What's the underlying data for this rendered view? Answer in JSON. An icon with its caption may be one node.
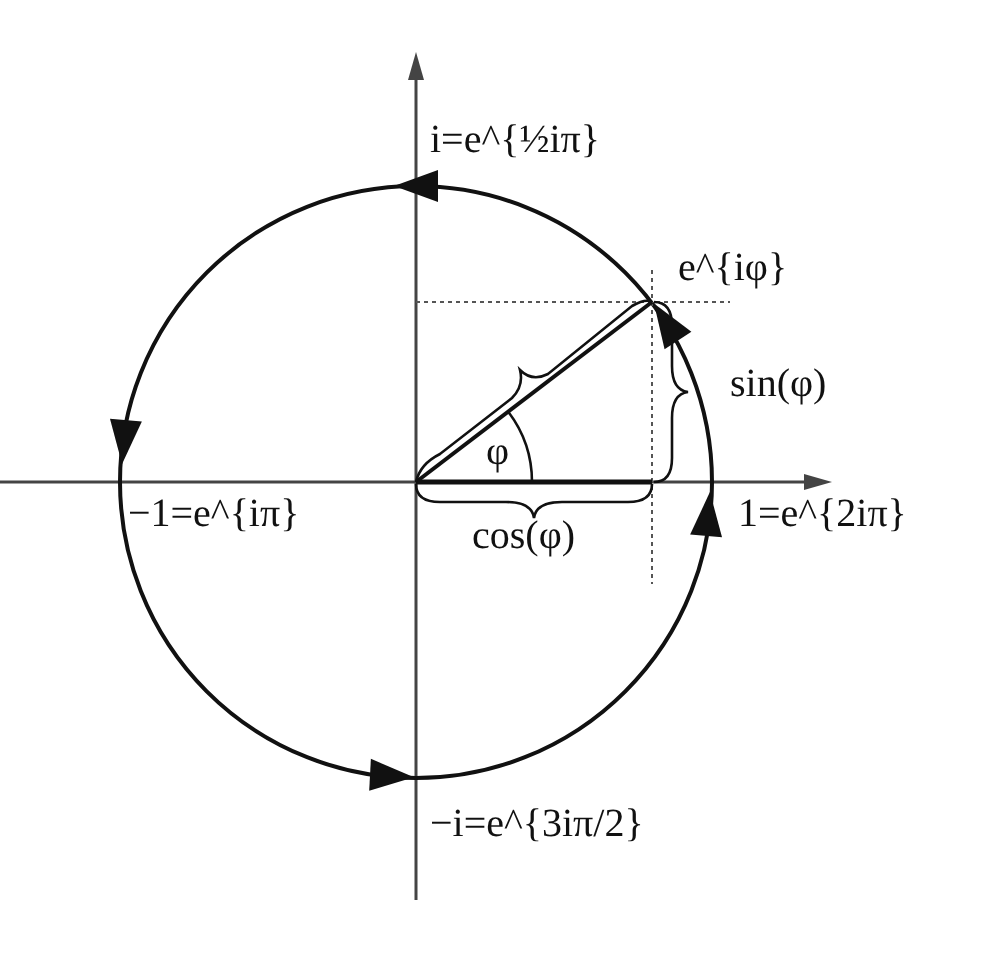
{
  "diagram": {
    "labels": [
      "i=e^{½iπ}",
      "e^{iφ}",
      "sin(φ)",
      "φ",
      "−1=e^{iπ}",
      "1=e^{2iπ}",
      "cos(φ)",
      "−i=e^{3iπ/2}"
    ]
  }
}
